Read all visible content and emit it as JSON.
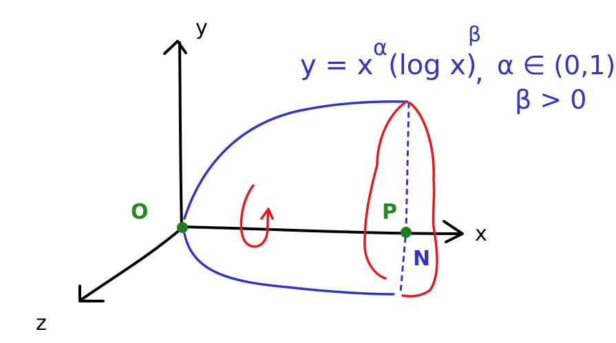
{
  "axes": {
    "y": "y",
    "x": "x",
    "z": "z"
  },
  "points": {
    "origin": "O",
    "p": "P",
    "n": "N"
  },
  "equation": {
    "lhs": "y = x",
    "alpha_exp": "α",
    "paren": "(log x)",
    "beta_exp": "β",
    "comma": ",",
    "alpha_cond": "α ∈ (0,1)",
    "beta_cond": "β > 0"
  },
  "colors": {
    "axes": "#000000",
    "curve": "#3333c8",
    "rotation": "#e8191c",
    "points": "#1e7d1e",
    "labels_points": "#228b22"
  }
}
